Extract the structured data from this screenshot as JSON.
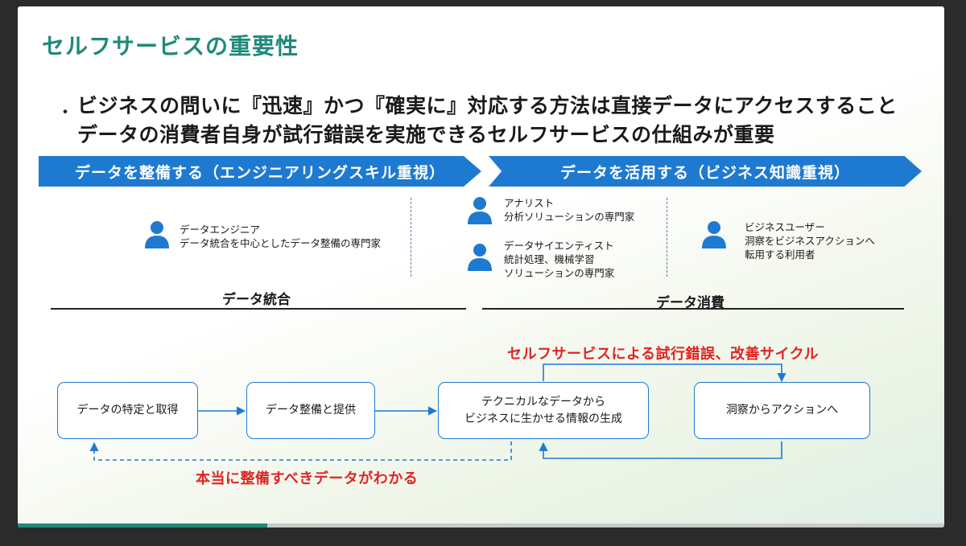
{
  "slide": {
    "title": "セルフサービスの重要性",
    "bullet_dot": "・",
    "bullet_line1": "ビジネスの問いに『迅速』かつ『確実に』対応する方法は直接データにアクセスすること",
    "bullet_line2": "データの消費者自身が試行錯誤を実施できるセルフサービスの仕組みが重要"
  },
  "banners": {
    "left": "データを整備する（エンジニアリングスキル重視）",
    "right": "データを活用する（ビジネス知識重視）"
  },
  "roles": {
    "engineer": {
      "line1": "データエンジニア",
      "line2": "データ統合を中心としたデータ整備の専門家"
    },
    "analyst": {
      "line1": "アナリスト",
      "line2": "分析ソリューションの専門家"
    },
    "scientist": {
      "line1": "データサイエンティスト",
      "line2": "統計処理、機械学習",
      "line3": "ソリューションの専門家"
    },
    "business_user": {
      "line1": "ビジネスユーザー",
      "line2": "洞察をビジネスアクションへ",
      "line3": "転用する利用者"
    }
  },
  "sections": {
    "integration": "データ統合",
    "consumption": "データ消費"
  },
  "cycle_label": "セルフサービスによる試行錯誤、改善サイクル",
  "feedback_label": "本当に整備すべきデータがわかる",
  "flow": {
    "box1": "データの特定と取得",
    "box2": "データ整備と提供",
    "box3_line1": "テクニカルなデータから",
    "box3_line2": "ビジネスに生かせる情報の生成",
    "box4": "洞察からアクションへ"
  },
  "colors": {
    "title": "#1f8a79",
    "banner": "#1e7ad0",
    "accent_red": "#e02424",
    "person_icon": "#1e7ad0"
  },
  "icons": [
    "person-icon"
  ]
}
